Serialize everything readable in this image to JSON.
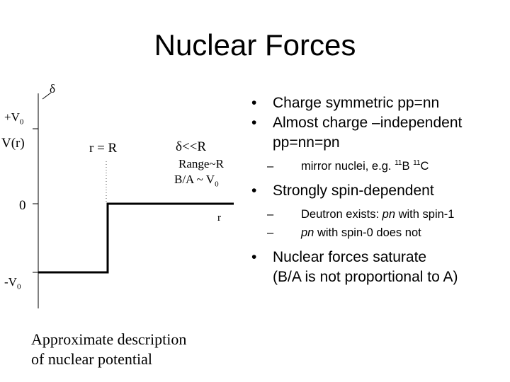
{
  "title": "Nuclear Forces",
  "diagram": {
    "delta_top": "δ",
    "plus_v0": "+V",
    "plus_v0_sub": "0",
    "v_of_r": "V(r)",
    "r_eq_R": "r = R",
    "zero": "0",
    "minus_v0": "-V",
    "minus_v0_sub": "0",
    "delta_ll_R": "δ<<R",
    "range": "Range~R",
    "ba": "B/A ~ V",
    "ba_sub": "0",
    "r_axis": "r",
    "caption_line1": "Approximate description",
    "caption_line2": "of nuclear potential"
  },
  "bullets": {
    "b1": "Charge symmetric pp=nn",
    "b2_line1": "Almost charge –independent",
    "b2_line2": "pp=nn=pn",
    "b2_sub": {
      "pre": "mirror nuclei, e.g.",
      "sup1": "11",
      "el1": "B",
      "sup2": "11",
      "el2": "C"
    },
    "b3": "Strongly spin-dependent",
    "b3_sub1": {
      "pre": "Deutron exists:",
      "pn": "pn",
      "post": "with spin-1"
    },
    "b3_sub2": {
      "pn": "pn",
      "post": "with spin-0 does not"
    },
    "b4_line1": "Nuclear forces saturate",
    "b4_line2": "(B/A is not proportional to A)"
  }
}
